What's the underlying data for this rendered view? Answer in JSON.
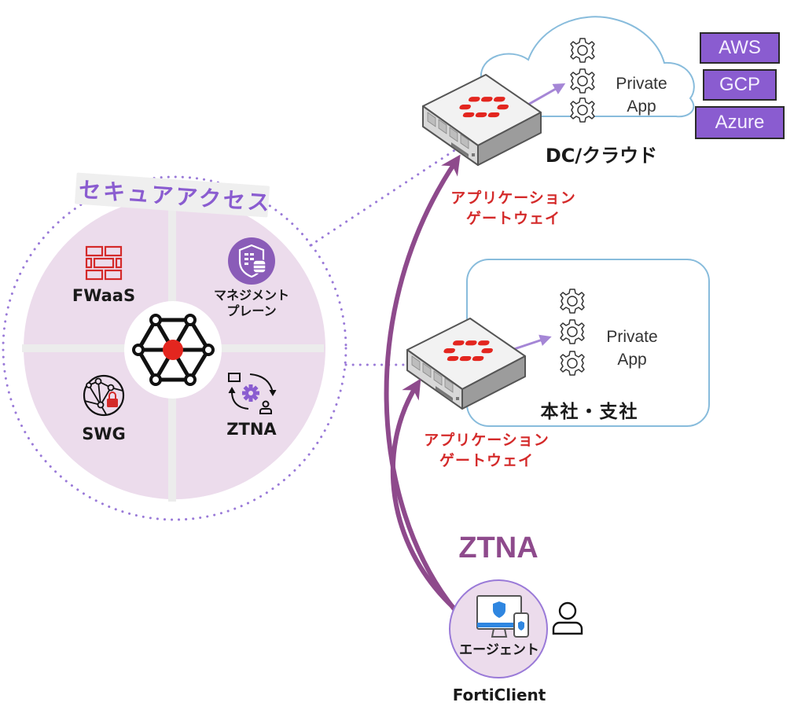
{
  "diagram": {
    "secure_access": {
      "title": "セキュアアクセス",
      "segments": [
        {
          "label": "FWaaS",
          "icon": "firewall-brick-icon"
        },
        {
          "label_line1": "マネジメント",
          "label_line2": "プレーン",
          "icon": "management-shield-database-icon"
        },
        {
          "label": "SWG",
          "icon": "globe-network-lock-icon"
        },
        {
          "label": "ZTNA",
          "icon": "ztna-cycle-gear-user-icon"
        }
      ],
      "center_icon": "mesh-network-hexagon-icon"
    },
    "dc_cloud": {
      "label": "DC/クラウド",
      "private_app_line1": "Private",
      "private_app_line2": "App",
      "providers": [
        "AWS",
        "GCP",
        "Azure"
      ],
      "gateway_line1": "アプリケーション",
      "gateway_line2": "ゲートウェイ"
    },
    "hq_branch": {
      "label": "本社・支社",
      "private_app_line1": "Private",
      "private_app_line2": "App",
      "gateway_line1": "アプリケーション",
      "gateway_line2": "ゲートウェイ"
    },
    "client": {
      "ztna_label": "ZTNA",
      "agent_label": "エージェント",
      "name": "FortiClient"
    },
    "colors": {
      "purple_arrow": "#8e4a8c",
      "dotted_purple": "#9a7ad8",
      "segment_fill": "#ecdcec",
      "provider_fill": "#8a5cd0",
      "gateway_red": "#d42a2a",
      "fortinet_red": "#e3261f",
      "cloud_outline": "#88bcdc"
    }
  }
}
